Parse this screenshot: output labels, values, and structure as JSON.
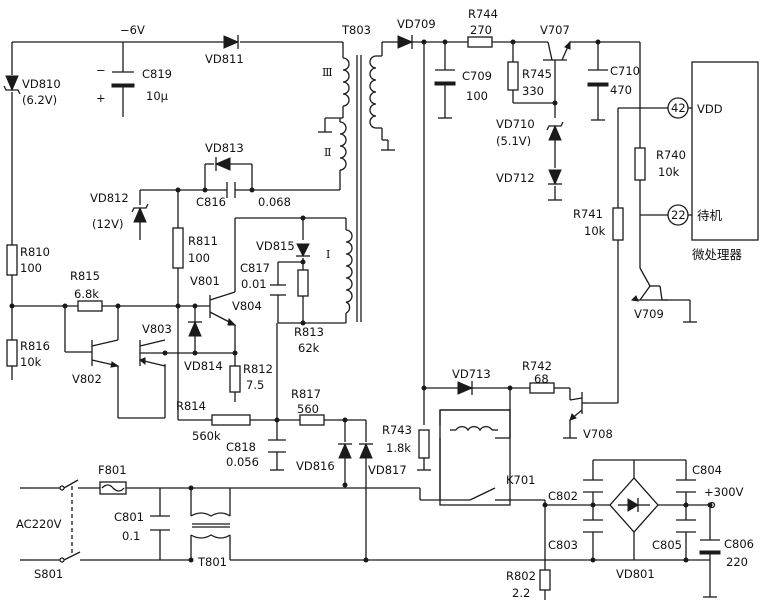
{
  "labels": {
    "neg6v": "−6V",
    "vd811": "VD811",
    "t803": "T803",
    "vd709": "VD709",
    "r744": "R744",
    "r744v": "270",
    "v707": "V707",
    "vd810": "VD810",
    "vd810v": "(6.2V)",
    "c819": "C819",
    "c819v": "10μ",
    "c709": "C709",
    "c709v": "100",
    "r745": "R745",
    "r745v": "330",
    "c710": "C710",
    "c710v": "470",
    "vdd": "VDD",
    "pin42": "42",
    "pin22": "22",
    "standby": "待机",
    "mcu": "微处理器",
    "r740": "R740",
    "r740v": "10k",
    "r741": "R741",
    "r741v": "10k",
    "vd710": "VD710",
    "vd710v": "(5.1V)",
    "vd712": "VD712",
    "wind3": "Ⅲ",
    "wind2": "Ⅱ",
    "wind1": "Ⅰ",
    "vd813": "VD813",
    "vd812": "VD812",
    "vd812v": "(12V)",
    "c816": "C816",
    "c816v": "0.068",
    "r811": "R811",
    "r811v": "100",
    "vd815": "VD815",
    "c817": "C817",
    "c817v": "0.01",
    "r810": "R810",
    "r810v": "100",
    "v801": "V801",
    "v804": "V804",
    "r815": "R815",
    "r815v": "6.8k",
    "v803": "V803",
    "r813": "R813",
    "r813v": "62k",
    "r816": "R816",
    "r816v": "10k",
    "v802": "V802",
    "vd814": "VD814",
    "r812": "R812",
    "r812v": "7.5",
    "v709": "V709",
    "vd713": "VD713",
    "r742": "R742",
    "r742v": "68",
    "r814": "R814",
    "r814v": "560k",
    "r817": "R817",
    "r817v": "560",
    "c818": "C818",
    "c818v": "0.056",
    "r743": "R743",
    "r743v": "1.8k",
    "v708": "V708",
    "vd816": "VD816",
    "vd817": "VD817",
    "k701": "K701",
    "c804": "C804",
    "f801": "F801",
    "c802": "C802",
    "v300": "+300V",
    "ac220": "AC220V",
    "c801": "C801",
    "c801v": "0.1",
    "c803": "C803",
    "c805": "C805",
    "c806": "C806",
    "c806v": "220",
    "s801": "S801",
    "t801": "T801",
    "vd801": "VD801",
    "r802": "R802",
    "r802v": "2.2"
  }
}
